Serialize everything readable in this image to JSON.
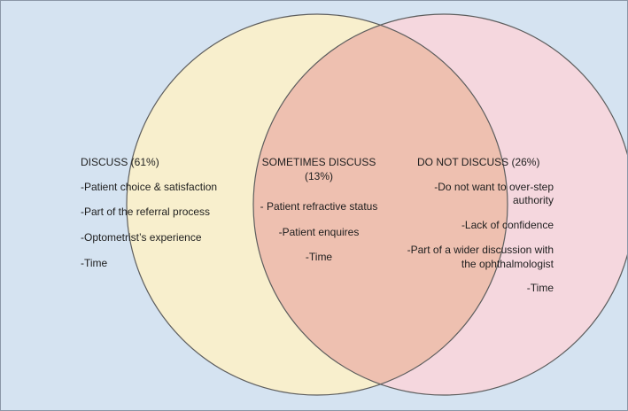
{
  "colors": {
    "background": "#d5e3f1",
    "frame_border": "#8a96a6",
    "left_fill": "#f8efcd",
    "right_fill": "#f5d7de",
    "overlap_fill": "#eec0b0",
    "circle_stroke": "#5e5e5e"
  },
  "left": {
    "heading": "DISCUSS (61%)",
    "items": [
      "-Patient choice & satisfaction",
      "-Part of the referral process",
      "-Optometrist’s experience",
      "-Time"
    ]
  },
  "middle": {
    "heading_line1": "SOMETIMES DISCUSS",
    "heading_line2": "(13%)",
    "items": [
      "- Patient refractive status",
      "-Patient enquires",
      "-Time"
    ]
  },
  "right": {
    "heading": "DO NOT DISCUSS (26%)",
    "item1_line1": "-Do not want to over-step",
    "item1_line2": "authority",
    "item2": "-Lack of confidence",
    "item3_line1": "-Part of a wider discussion with",
    "item3_line2": "the ophthalmologist",
    "item4": "-Time"
  }
}
